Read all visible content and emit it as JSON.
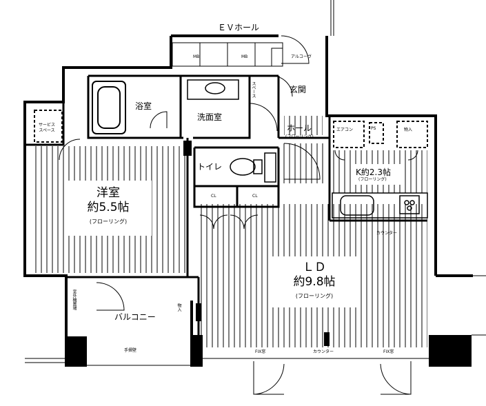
{
  "plan": {
    "ev_hall": "ＥＶホール",
    "alcove": "アルコーヴ",
    "mb_1": "MB",
    "mb_2": "MB",
    "bath": "浴室",
    "washroom": "洗面室",
    "entrance": "玄関",
    "hall": "ホール",
    "hall_floor": "(フローリング)",
    "toilet": "トイレ",
    "closet_1": "CL",
    "closet_2": "CL",
    "shelf": "スペース",
    "service_space": "サービス\nスペース",
    "western_room": {
      "name": "洋室",
      "area": "約5.5帖",
      "floor": "(フローリング)"
    },
    "kitchen": "K約2.3帖",
    "kitchen_floor": "(フローリング)",
    "ld": {
      "name": "ＬＤ",
      "area": "約9.8帖",
      "floor": "(フローリング)"
    },
    "balcony": "バルコニー",
    "storage_left": "物入",
    "storage_right": "物入",
    "counter_kitchen": "カウンター",
    "counter_ld": "カウンター",
    "window_1": "FIX窓",
    "window_2": "FIX窓",
    "window_balcony": "手摺壁",
    "ac_unit": "エアコン",
    "outdoor_unit": "室外機置場",
    "pipe_space": "PS"
  },
  "colors": {
    "line": "#000000",
    "background": "#ffffff"
  }
}
